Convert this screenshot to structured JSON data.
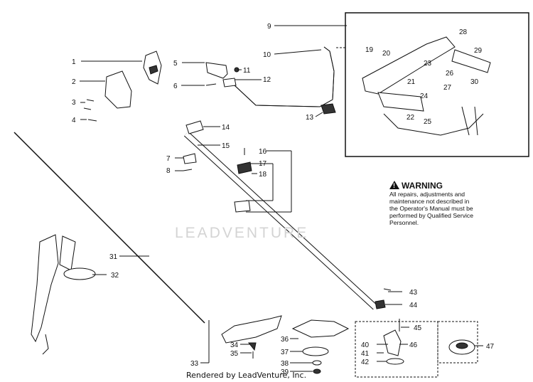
{
  "callouts": [
    "1",
    "2",
    "3",
    "4",
    "5",
    "6",
    "7",
    "8",
    "9",
    "10",
    "11",
    "12",
    "13",
    "14",
    "15",
    "16",
    "17",
    "18",
    "19",
    "20",
    "21",
    "22",
    "23",
    "24",
    "25",
    "26",
    "27",
    "28",
    "29",
    "30",
    "31",
    "32",
    "33",
    "34",
    "35",
    "36",
    "37",
    "38",
    "39",
    "40",
    "41",
    "42",
    "43",
    "44",
    "45",
    "46",
    "47"
  ],
  "warning": {
    "title": "WARNING",
    "symbol": "!",
    "lines": [
      "All repairs, adjustments and",
      "maintenance not described in",
      "the Operator's Manual must be",
      "performed by Qualified Service",
      "Personnel."
    ]
  },
  "watermark": "LEADVENTURE",
  "footer": "Rendered by LeadVenture, Inc."
}
